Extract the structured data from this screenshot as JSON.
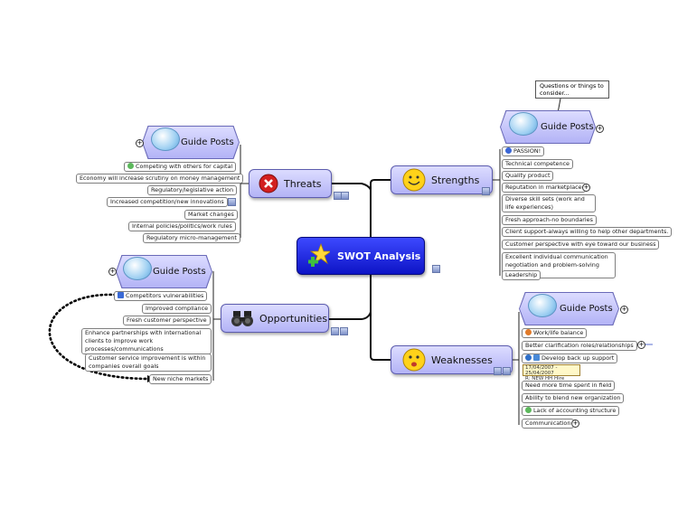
{
  "central": {
    "title": "SWOT Analysis",
    "icon": "star-icon"
  },
  "branches": {
    "threats": {
      "label": "Threats",
      "guide": "Guide Posts",
      "items": [
        "Competing with others for capital",
        "Economy will increase scrutiny on money management",
        "Regulatory/legislative action",
        "Increased competition/new innovations",
        "Market changes",
        "Internal policies/politics/work rules",
        "Regulatory micro-management"
      ]
    },
    "strengths": {
      "label": "Strengths",
      "guide": "Guide Posts",
      "callout": "Questions or things to consider...",
      "items": [
        "PASSION!",
        "Technical competence",
        "Quality product",
        "Reputation in marketplace",
        "Diverse skill sets (work and life experiences)",
        "Fresh approach-no boundaries",
        "Client support-always willing to help other departments.",
        "Customer perspective with eye toward our business",
        "Excellent individual communication negotiation and problem-solving skills",
        "Leadership"
      ]
    },
    "opportunities": {
      "label": "Opportunities",
      "guide": "Guide Posts",
      "items": [
        "Competitors vulnerabilities",
        "Improved compliance",
        "Fresh customer perspective",
        "Enhance partnerships with international clients to improve work processes/communications",
        "Customer service improvement is within companies overall goals",
        "New niche markets"
      ]
    },
    "weaknesses": {
      "label": "Weaknesses",
      "guide": "Guide Posts",
      "items": [
        "Work/life balance",
        "Better clarification roles/relationships",
        "Develop back up support",
        "Need more time spent in field",
        "Ability to blend new organization",
        "Lack of accounting structure",
        "Communication"
      ],
      "task": {
        "dates": "17/04/2007 - 25/04/2007",
        "meta": "R: NEW HH Hire"
      }
    }
  },
  "colors": {
    "central": "#1a23e0",
    "topic": "#c4c4f8",
    "threats_icon": "#d21f1f",
    "face": "#ffd21a"
  }
}
